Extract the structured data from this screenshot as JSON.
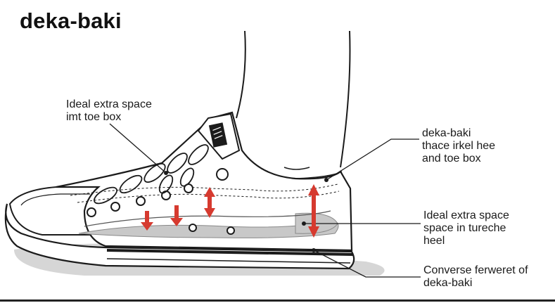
{
  "title": "deka-baki",
  "labels": {
    "toe_box": [
      "Ideal extra space",
      "imt toe box"
    ],
    "heel_top": [
      "deka-baki",
      "thace irkel hee",
      "and toe box"
    ],
    "heel_space": [
      "Ideal extra space",
      "space in tureche",
      "heel"
    ],
    "sole": [
      "Converse ferweret of",
      "deka-baki"
    ]
  },
  "colors": {
    "arrow": "#d63a2f",
    "outline": "#1b1b1b",
    "insole": "#c8c8c8",
    "shadow": "#d6d6d6",
    "sole_stripe": "#1b1b1b"
  },
  "icons": [
    "up-down-arrow-icon",
    "down-arrow-icon"
  ]
}
